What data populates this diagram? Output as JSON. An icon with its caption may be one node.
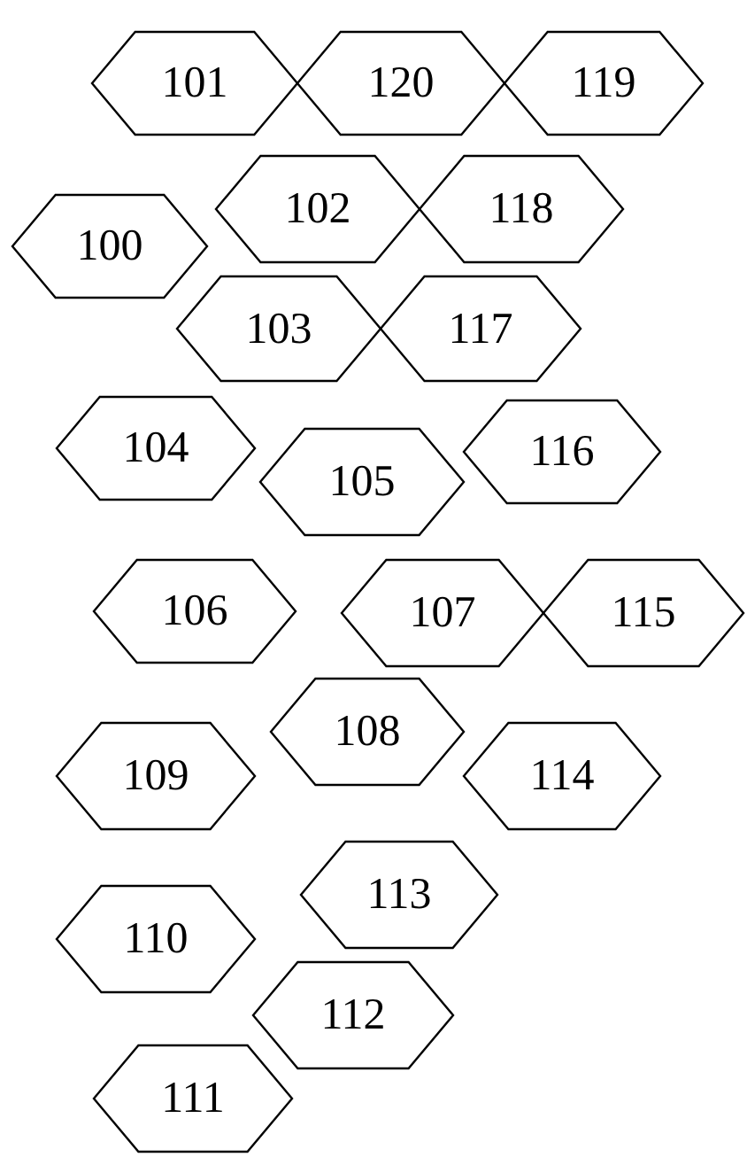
{
  "diagram": {
    "nodes": [
      {
        "text": [
          "101"
        ]
      },
      {
        "text": [
          "120"
        ]
      },
      {
        "text": [
          "119"
        ]
      },
      {
        "text": [
          "100"
        ]
      },
      {
        "text": [
          "102"
        ]
      },
      {
        "text": [
          "118"
        ]
      },
      {
        "text": [
          "103"
        ]
      },
      {
        "text": [
          "117"
        ]
      },
      {
        "text": [
          "104"
        ]
      },
      {
        "text": [
          "105"
        ]
      },
      {
        "text": [
          "116"
        ]
      },
      {
        "text": [
          "106"
        ]
      },
      {
        "text": [
          "107"
        ]
      },
      {
        "text": [
          "115"
        ]
      },
      {
        "text": [
          "108"
        ]
      },
      {
        "text": [
          "109"
        ]
      },
      {
        "text": [
          "114"
        ]
      },
      {
        "text": [
          "113"
        ]
      },
      {
        "text": [
          "110"
        ]
      },
      {
        "text": [
          "112"
        ]
      },
      {
        "text": [
          "111"
        ]
      }
    ]
  }
}
